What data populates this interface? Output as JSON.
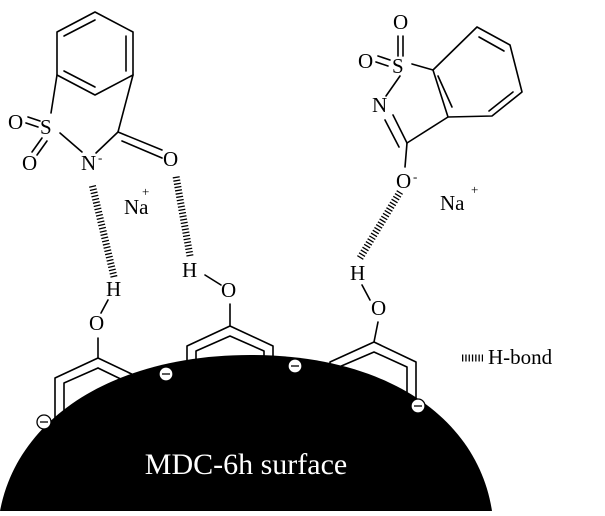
{
  "atoms": {
    "o": "O",
    "s": "S",
    "n": "N",
    "h": "H",
    "na": "Na",
    "minus": "-",
    "plus": "+"
  },
  "surface": {
    "label": "MDC-6h surface",
    "color": "#000000"
  },
  "legend": {
    "label": "H-bond"
  }
}
